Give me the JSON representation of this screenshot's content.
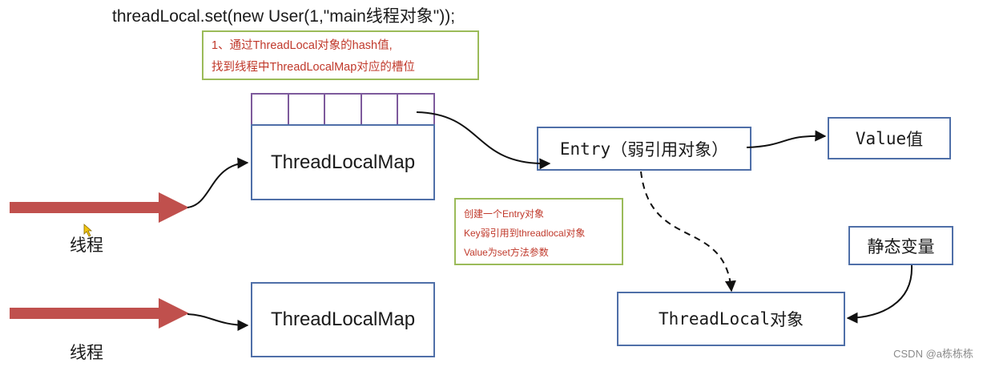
{
  "title": "threadLocal.set(new User(1,\"main线程对象\"));",
  "note_slot": {
    "line1": "1、通过ThreadLocal对象的hash值,",
    "line2": "找到线程中ThreadLocalMap对应的槽位"
  },
  "note_entry": {
    "line1": "创建一个Entry对象",
    "line2": "Key弱引用到threadlocal对象",
    "line3": "Value为set方法参数"
  },
  "thread_label_1": "线程",
  "thread_label_2": "线程",
  "map_label_1": "ThreadLocalMap",
  "map_label_2": "ThreadLocalMap",
  "entry": {
    "code": "Entry",
    "text": "（弱引用对象）"
  },
  "value_box": {
    "code": "Value",
    "text": "值"
  },
  "static_box": "静态变量",
  "threadlocal_box": {
    "code": "ThreadLocal",
    "text": "对象"
  },
  "watermark": "CSDN @a栋栋栋",
  "colors": {
    "thread_arrow": "#c0504d",
    "box_border": "#4f6fa8",
    "slot_border": "#7d5a9c",
    "note_border": "#9bbb59",
    "note_text": "#c0392b"
  }
}
